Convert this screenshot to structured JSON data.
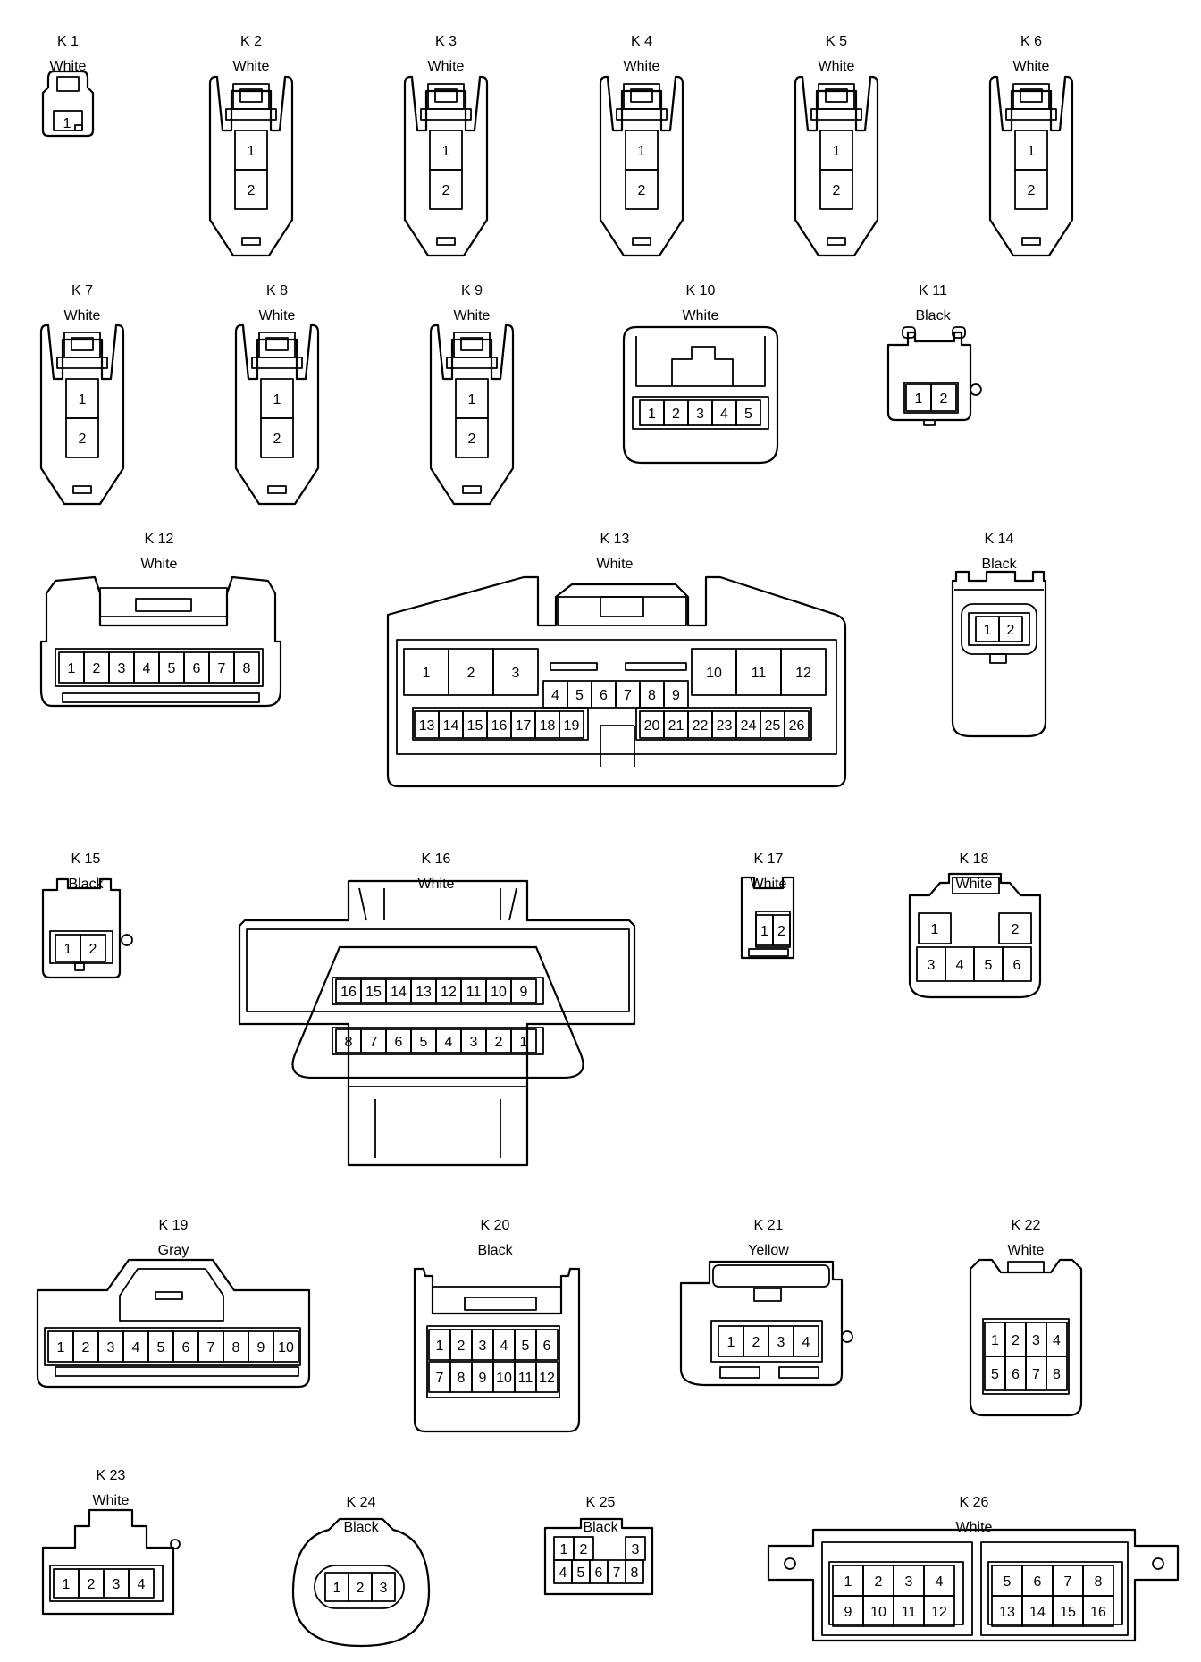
{
  "connectors": [
    {
      "id": "K 1",
      "color": "White",
      "pins": [
        "1"
      ]
    },
    {
      "id": "K 2",
      "color": "White",
      "pins": [
        "1",
        "2"
      ]
    },
    {
      "id": "K 3",
      "color": "White",
      "pins": [
        "1",
        "2"
      ]
    },
    {
      "id": "K 4",
      "color": "White",
      "pins": [
        "1",
        "2"
      ]
    },
    {
      "id": "K 5",
      "color": "White",
      "pins": [
        "1",
        "2"
      ]
    },
    {
      "id": "K 6",
      "color": "White",
      "pins": [
        "1",
        "2"
      ]
    },
    {
      "id": "K 7",
      "color": "White",
      "pins": [
        "1",
        "2"
      ]
    },
    {
      "id": "K 8",
      "color": "White",
      "pins": [
        "1",
        "2"
      ]
    },
    {
      "id": "K 9",
      "color": "White",
      "pins": [
        "1",
        "2"
      ]
    },
    {
      "id": "K 10",
      "color": "White",
      "pins": [
        "1",
        "2",
        "3",
        "4",
        "5"
      ]
    },
    {
      "id": "K 11",
      "color": "Black",
      "pins": [
        "1",
        "2"
      ]
    },
    {
      "id": "K 12",
      "color": "White",
      "pins": [
        "1",
        "2",
        "3",
        "4",
        "5",
        "6",
        "7",
        "8"
      ]
    },
    {
      "id": "K 13",
      "color": "White",
      "pins": [
        "1",
        "2",
        "3",
        "4",
        "5",
        "6",
        "7",
        "8",
        "9",
        "10",
        "11",
        "12",
        "13",
        "14",
        "15",
        "16",
        "17",
        "18",
        "19",
        "20",
        "21",
        "22",
        "23",
        "24",
        "25",
        "26"
      ]
    },
    {
      "id": "K 14",
      "color": "Black",
      "pins": [
        "1",
        "2"
      ]
    },
    {
      "id": "K 15",
      "color": "Black",
      "pins": [
        "1",
        "2"
      ]
    },
    {
      "id": "K 16",
      "color": "White",
      "pins": [
        "16",
        "15",
        "14",
        "13",
        "12",
        "11",
        "10",
        "9",
        "8",
        "7",
        "6",
        "5",
        "4",
        "3",
        "2",
        "1"
      ]
    },
    {
      "id": "K 17",
      "color": "White",
      "pins": [
        "1",
        "2"
      ]
    },
    {
      "id": "K 18",
      "color": "White",
      "pins": [
        "1",
        "2",
        "3",
        "4",
        "5",
        "6"
      ]
    },
    {
      "id": "K 19",
      "color": "Gray",
      "pins": [
        "1",
        "2",
        "3",
        "4",
        "5",
        "6",
        "7",
        "8",
        "9",
        "10"
      ]
    },
    {
      "id": "K 20",
      "color": "Black",
      "pins": [
        "1",
        "2",
        "3",
        "4",
        "5",
        "6",
        "7",
        "8",
        "9",
        "10",
        "11",
        "12"
      ]
    },
    {
      "id": "K 21",
      "color": "Yellow",
      "pins": [
        "1",
        "2",
        "3",
        "4"
      ]
    },
    {
      "id": "K 22",
      "color": "White",
      "pins": [
        "1",
        "2",
        "3",
        "4",
        "5",
        "6",
        "7",
        "8"
      ]
    },
    {
      "id": "K 23",
      "color": "White",
      "pins": [
        "1",
        "2",
        "3",
        "4"
      ]
    },
    {
      "id": "K 24",
      "color": "Black",
      "pins": [
        "1",
        "2",
        "3"
      ]
    },
    {
      "id": "K 25",
      "color": "Black",
      "pins": [
        "1",
        "2",
        "3",
        "4",
        "5",
        "6",
        "7",
        "8"
      ]
    },
    {
      "id": "K 26",
      "color": "White",
      "pins": [
        "1",
        "2",
        "3",
        "4",
        "5",
        "6",
        "7",
        "8",
        "9",
        "10",
        "11",
        "12",
        "13",
        "14",
        "15",
        "16"
      ]
    }
  ]
}
